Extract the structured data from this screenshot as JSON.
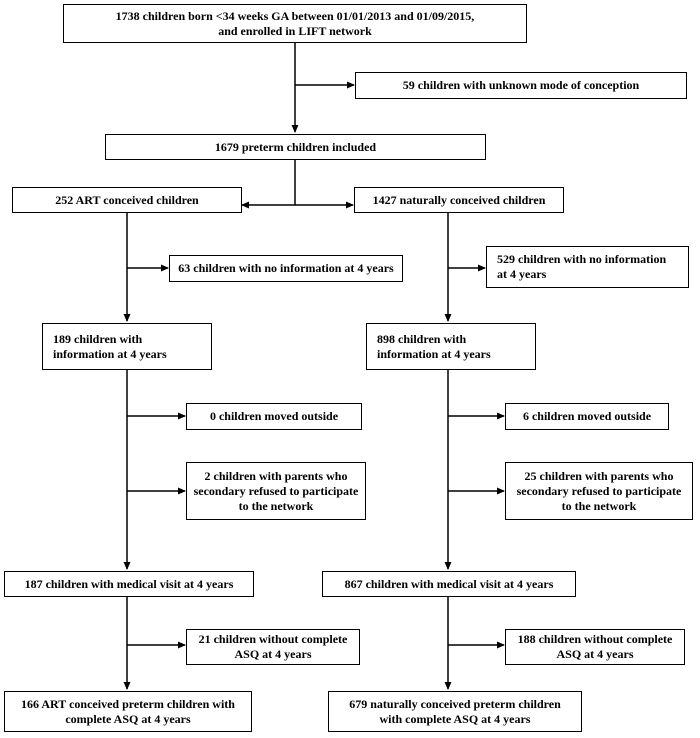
{
  "boxes": {
    "enrolled": [
      "1738 children born <34 weeks GA between 01/01/2013 and 01/09/2015,",
      "and enrolled in LIFT network"
    ],
    "unknown_mode": [
      "59 children with unknown mode of conception"
    ],
    "included": [
      "1679 preterm children included"
    ],
    "art": [
      "252 ART conceived children"
    ],
    "natural": [
      "1427 naturally conceived children"
    ],
    "art_no_info": [
      "63 children with no information at 4 years"
    ],
    "nat_no_info": [
      "529 children with no information",
      "at 4 years"
    ],
    "art_info": [
      "189 children with",
      "information at 4 years"
    ],
    "nat_info": [
      "898 children with",
      "information at 4 years"
    ],
    "art_moved": [
      "0 children moved outside"
    ],
    "nat_moved": [
      "6 children moved outside"
    ],
    "art_refused": [
      "2 children with parents who",
      "secondary refused to participate",
      "to the network"
    ],
    "nat_refused": [
      "25 children with parents who",
      "secondary refused to participate",
      "to the network"
    ],
    "art_visit": [
      "187 children with medical visit at 4 years"
    ],
    "nat_visit": [
      "867 children with medical visit at 4 years"
    ],
    "art_no_asq": [
      "21 children without complete",
      "ASQ at 4 years"
    ],
    "nat_no_asq": [
      "188 children without complete",
      "ASQ at 4 years"
    ],
    "art_final": [
      "166 ART conceived preterm children with",
      "complete ASQ at 4 years"
    ],
    "nat_final": [
      "679 naturally conceived preterm children",
      "with complete ASQ at 4 years"
    ]
  }
}
